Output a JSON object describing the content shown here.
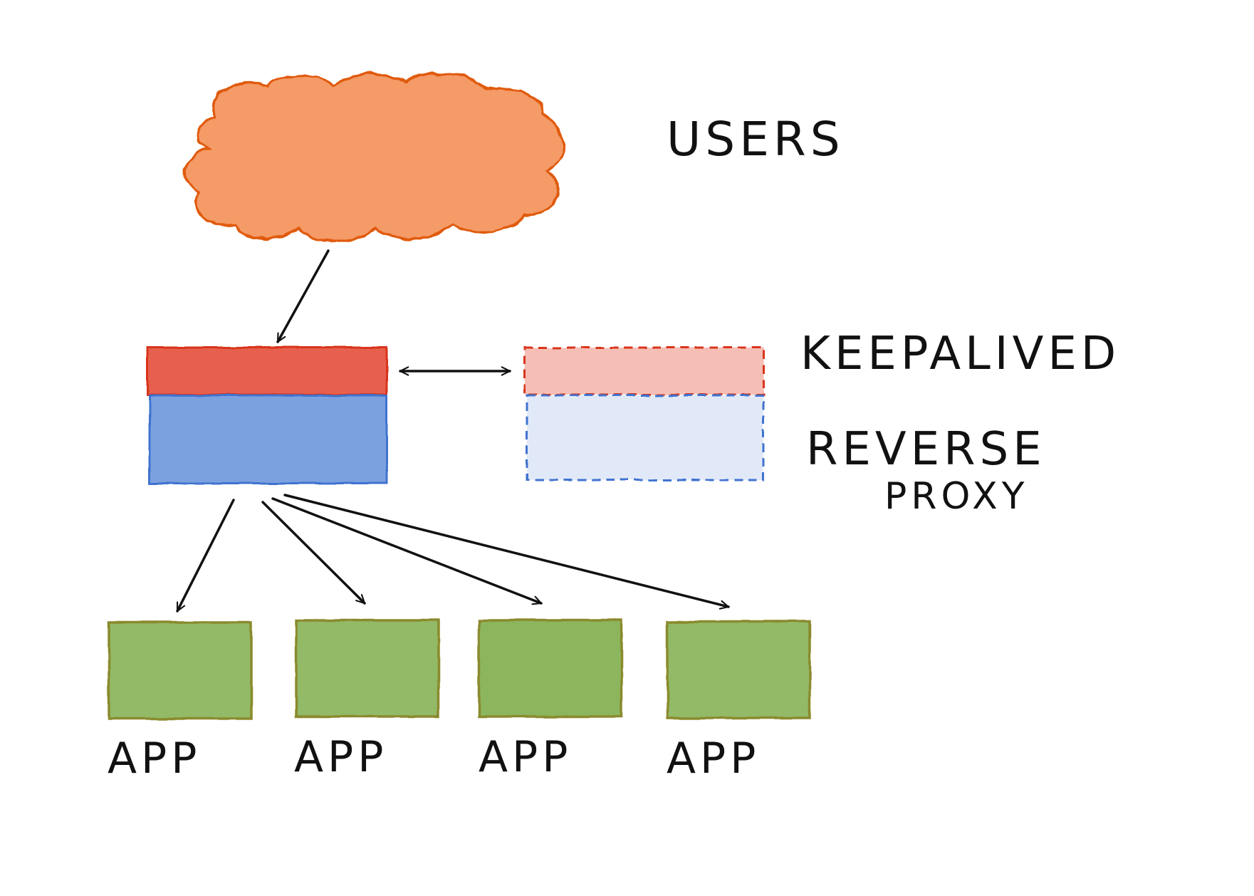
{
  "labels": {
    "users": "USERS",
    "keepalived": "KEEPALIVED",
    "reverse": "REVERSE",
    "proxy": "PROXY",
    "app_1": "APP",
    "app_2": "APP",
    "app_3": "APP",
    "app_4": "APP"
  },
  "colors": {
    "users_fill": "#f28a4e",
    "users_stroke": "#e05a0f",
    "keepalived_fill": "#e4503a",
    "keepalived_stroke": "#d8341c",
    "keepalived_backup_fill": "#f5b8ae",
    "proxy_fill": "#6f97dc",
    "proxy_stroke": "#3f73cf",
    "proxy_backup_fill": "#dfe8f8",
    "app_fill": "#7fae4e",
    "app_stroke": "#8a8a2e",
    "arrow": "#111111"
  },
  "icons": {
    "users": "cloud-icon"
  }
}
